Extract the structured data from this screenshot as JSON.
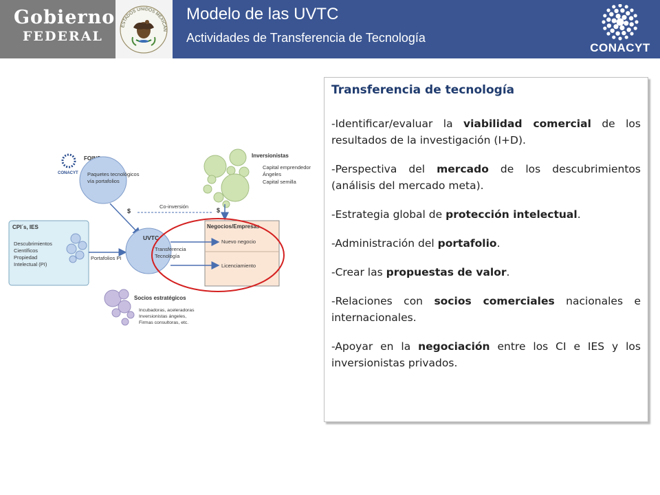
{
  "header": {
    "gob_line1": "Gobierno",
    "gob_line2": "FEDERAL",
    "seal_text": "ESTADOS UNIDOS MEXICANOS",
    "title": "Modelo de las UVTC",
    "subtitle": "Actividades de Transferencia de Tecnología",
    "conacyt_label": "CONACYT"
  },
  "diagram": {
    "foins": {
      "label": "FOINS",
      "logo": "CONACYT",
      "desc": [
        "Paquetes tecnológicos",
        "vía portafolios"
      ]
    },
    "inversionistas": {
      "label": "Inversionistas",
      "items": [
        "Capital emprendedor",
        "Ángeles",
        "Capital semilla"
      ]
    },
    "cpis": {
      "label": "CPI´s, IES",
      "items": [
        "Descubrimientos",
        "Científicos",
        "Propiedad",
        "Intelectual (PI)"
      ]
    },
    "coinversion": "Co-inversión",
    "dollar": "$",
    "uvtc": {
      "label": "UVTC",
      "desc": [
        "Transferencia",
        "Tecnología"
      ]
    },
    "portafolios": "Portafolios PI",
    "negocios": {
      "label": "Negocios/Empresas",
      "items": [
        "Nuevo negocio",
        "Licenciamiento"
      ]
    },
    "socios": {
      "label": "Socios estratégicos",
      "items": [
        "Incubadoras, aceleradoras",
        "Inversionistas ángeles,",
        "Firmas consultoras, etc."
      ]
    }
  },
  "textbox": {
    "title": "Transferencia de tecnología",
    "paragraphs": [
      {
        "pre": "-Identificar/evaluar la ",
        "bold": "viabilidad comercial",
        "post": " de los resultados de la investigación (I+D)."
      },
      {
        "pre": "-Perspectiva del ",
        "bold": "mercado",
        "post": " de los descubrimientos (análisis del mercado meta)."
      },
      {
        "pre": "-Estrategia global de ",
        "bold": "protección intelectual",
        "post": "."
      },
      {
        "pre": "-Administración del ",
        "bold": "portafolio",
        "post": "."
      },
      {
        "pre": "-Crear las ",
        "bold": "propuestas de valor",
        "post": "."
      },
      {
        "pre": "-Relaciones con ",
        "bold": "socios comerciales",
        "post": " nacionales e internacionales."
      },
      {
        "pre": "-Apoyar en la ",
        "bold": "negociación",
        "post": " entre los CI e IES y los inversionistas privados."
      }
    ]
  }
}
